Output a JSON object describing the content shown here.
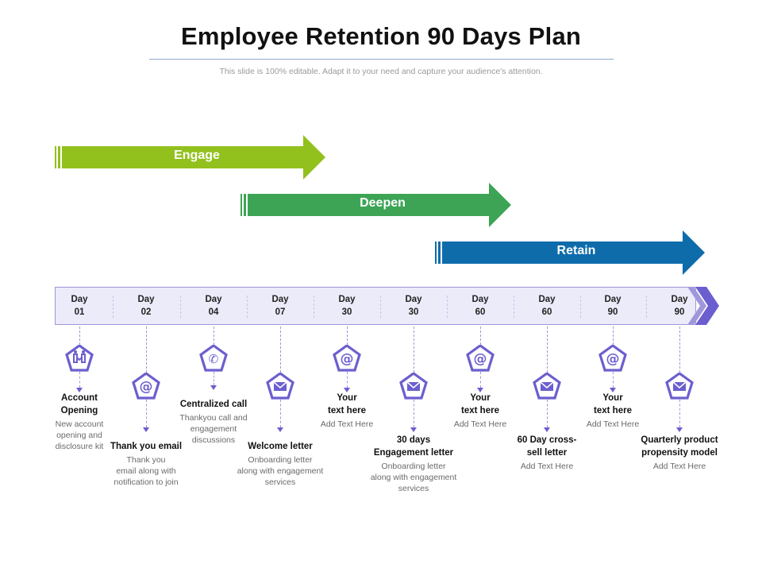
{
  "title": "Employee Retention 90 Days Plan",
  "subtitle": "This slide is 100% editable. Adapt it to your need and capture your audience's attention.",
  "colors": {
    "engage": "#92c11d",
    "deepen": "#3da456",
    "retain": "#0f6cab",
    "accent": "#6b5fcf"
  },
  "phases": [
    {
      "label": "Engage"
    },
    {
      "label": "Deepen"
    },
    {
      "label": "Retain"
    }
  ],
  "days": [
    {
      "l1": "Day",
      "l2": "01"
    },
    {
      "l1": "Day",
      "l2": "02"
    },
    {
      "l1": "Day",
      "l2": "04"
    },
    {
      "l1": "Day",
      "l2": "07"
    },
    {
      "l1": "Day",
      "l2": "30"
    },
    {
      "l1": "Day",
      "l2": "30"
    },
    {
      "l1": "Day",
      "l2": "60"
    },
    {
      "l1": "Day",
      "l2": "60"
    },
    {
      "l1": "Day",
      "l2": "90"
    },
    {
      "l1": "Day",
      "l2": "90"
    }
  ],
  "milestones": [
    {
      "icon": "handshake-icon",
      "heading": "Account\nOpening",
      "body": "New account\nopening and\ndisclosure kit"
    },
    {
      "icon": "at-icon",
      "heading": "Thank you email",
      "body": "Thank you\nemail along with\nnotification to join"
    },
    {
      "icon": "phone-icon",
      "heading": "Centralized call",
      "body": "Thankyou call and\nengagement\ndiscussions"
    },
    {
      "icon": "envelope-icon",
      "heading": "Welcome letter",
      "body": "Onboarding letter\nalong with engagement\nservices"
    },
    {
      "icon": "at-icon",
      "heading": "Your\ntext here",
      "body": "Add Text Here"
    },
    {
      "icon": "envelope-icon",
      "heading": "30 days\nEngagement  letter",
      "body": "Onboarding letter\nalong with engagement\nservices"
    },
    {
      "icon": "at-icon",
      "heading": "Your\ntext here",
      "body": "Add Text Here"
    },
    {
      "icon": "envelope-icon",
      "heading": "60 Day cross-\nsell letter",
      "body": "Add Text Here"
    },
    {
      "icon": "at-icon",
      "heading": "Your\ntext here",
      "body": "Add Text Here"
    },
    {
      "icon": "envelope-icon",
      "heading": "Quarterly product\npropensity model",
      "body": "Add Text Here"
    }
  ]
}
